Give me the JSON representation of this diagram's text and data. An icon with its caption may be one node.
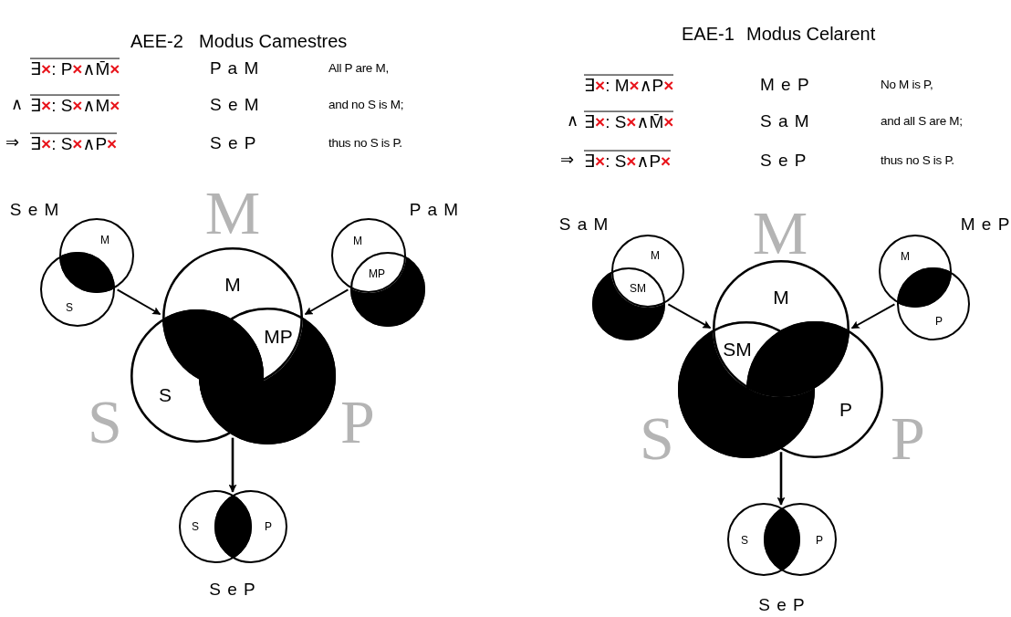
{
  "diagram": {
    "nodes": [
      {
        "text": [
          "M",
          "S"
        ],
        "beside": [
          "S e M"
        ]
      },
      {
        "text": [
          "M",
          "MP"
        ],
        "beside": [
          "P a M"
        ]
      },
      {
        "text": [
          "M",
          "MP",
          "S"
        ]
      },
      {
        "text": [
          "S",
          "P"
        ],
        "beside": [
          "S e P"
        ]
      },
      {
        "text": [
          "M",
          "SM"
        ],
        "beside": [
          "S a M"
        ]
      },
      {
        "text": [
          "M",
          "P"
        ],
        "beside": [
          "M e P"
        ]
      },
      {
        "text": [
          "M",
          "SM",
          "P"
        ]
      },
      {
        "text": [
          "S",
          "P"
        ],
        "beside": [
          "S e P"
        ]
      }
    ],
    "edges": [
      {
        "from": 0,
        "to": 2,
        "arrow": "to"
      },
      {
        "from": 1,
        "to": 2,
        "arrow": "to"
      },
      {
        "from": 2,
        "to": 3,
        "arrow": "to"
      },
      {
        "from": 4,
        "to": 6,
        "arrow": "to"
      },
      {
        "from": 5,
        "to": 6,
        "arrow": "to"
      },
      {
        "from": 6,
        "to": 7,
        "arrow": "to"
      }
    ],
    "labels": [
      "AEE-2",
      "Modus Camestres",
      "∃**×**: P**×**∧M̄**×**",
      "P a M",
      "All P are M,",
      "∧",
      "∃**×**: S**×**∧M**×**",
      "S e M",
      "and no S is M;",
      "⇒",
      "∃**×**: S**×**∧P**×**",
      "S e P",
      "thus no S is P.",
      "M",
      "S",
      "P",
      "EAE-1",
      "Modus Celarent",
      "∃**×**: M**×**∧P**×**",
      "M e P",
      "No M is P,",
      "∧",
      "∃**×**: S**×**∧M̄**×**",
      "S a M",
      "and all S are M;",
      "⇒",
      "∃**×**: S**×**∧P**×**",
      "S e P",
      "thus no S is P.",
      "M",
      "S",
      "P"
    ]
  }
}
